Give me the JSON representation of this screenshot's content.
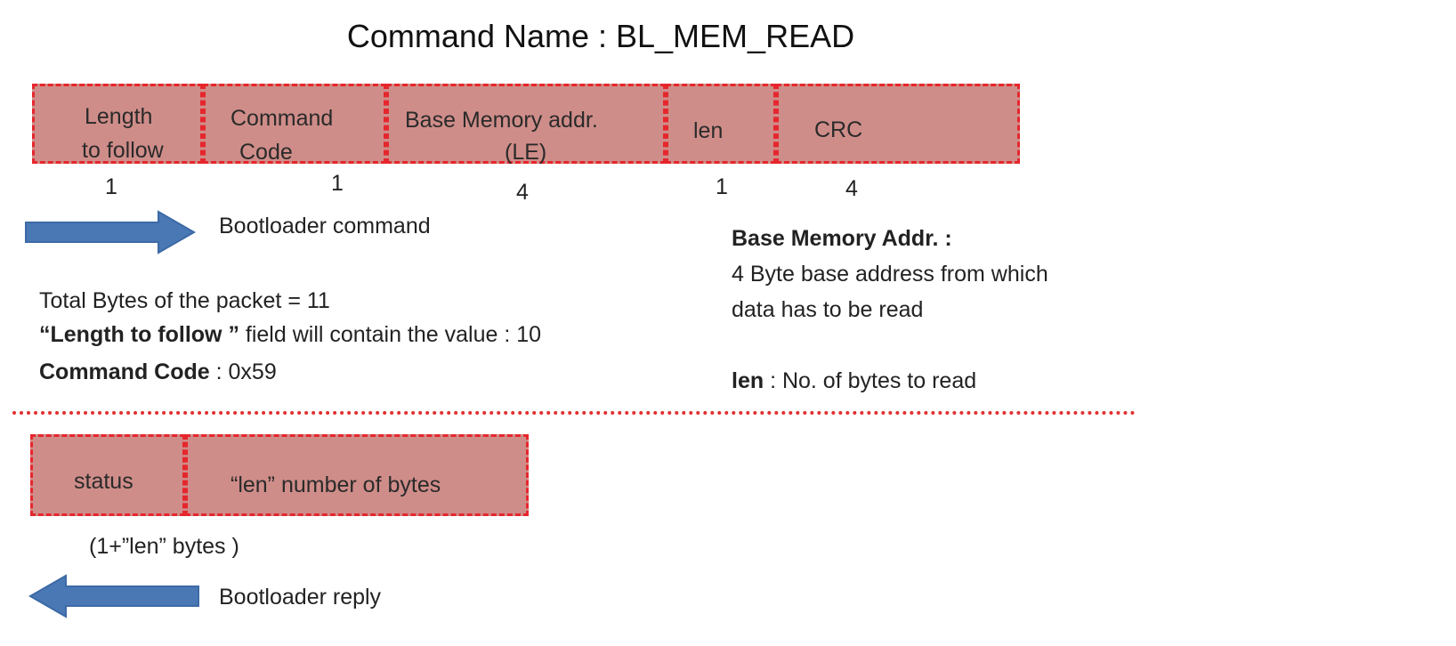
{
  "title": "Command Name : BL_MEM_READ",
  "command_packet": {
    "fields": [
      {
        "lines": [
          "Length",
          "to follow"
        ],
        "size": "1"
      },
      {
        "lines": [
          "Command",
          "Code"
        ],
        "size": "1"
      },
      {
        "lines": [
          "Base Memory addr.",
          "(LE)"
        ],
        "size": "4"
      },
      {
        "lines": [
          "len"
        ],
        "size": "1"
      },
      {
        "lines": [
          "CRC"
        ],
        "size": "4"
      }
    ],
    "arrow_label": "Bootloader command"
  },
  "packet_info": {
    "total_bytes": "Total Bytes of the packet = 11",
    "ltf_bold": "“Length to follow ”",
    "ltf_rest": " field will contain the value : 10",
    "cmd_bold": "Command Code",
    "cmd_rest": " : 0x59"
  },
  "field_notes": {
    "base_heading": "Base Memory Addr. :",
    "base_line1": "4 Byte base address from which",
    "base_line2": "data has to be read",
    "len_bold": "len",
    "len_rest": " : No. of bytes to read"
  },
  "reply_packet": {
    "fields": [
      {
        "label": "status"
      },
      {
        "label": "“len” number of bytes"
      }
    ],
    "size_label": "(1+”len” bytes )",
    "arrow_label": "Bootloader reply"
  },
  "colors": {
    "field_fill": "#cf8d89",
    "field_border": "#e6262d",
    "arrow": "#4a78b5",
    "divider": "#e0302e"
  }
}
